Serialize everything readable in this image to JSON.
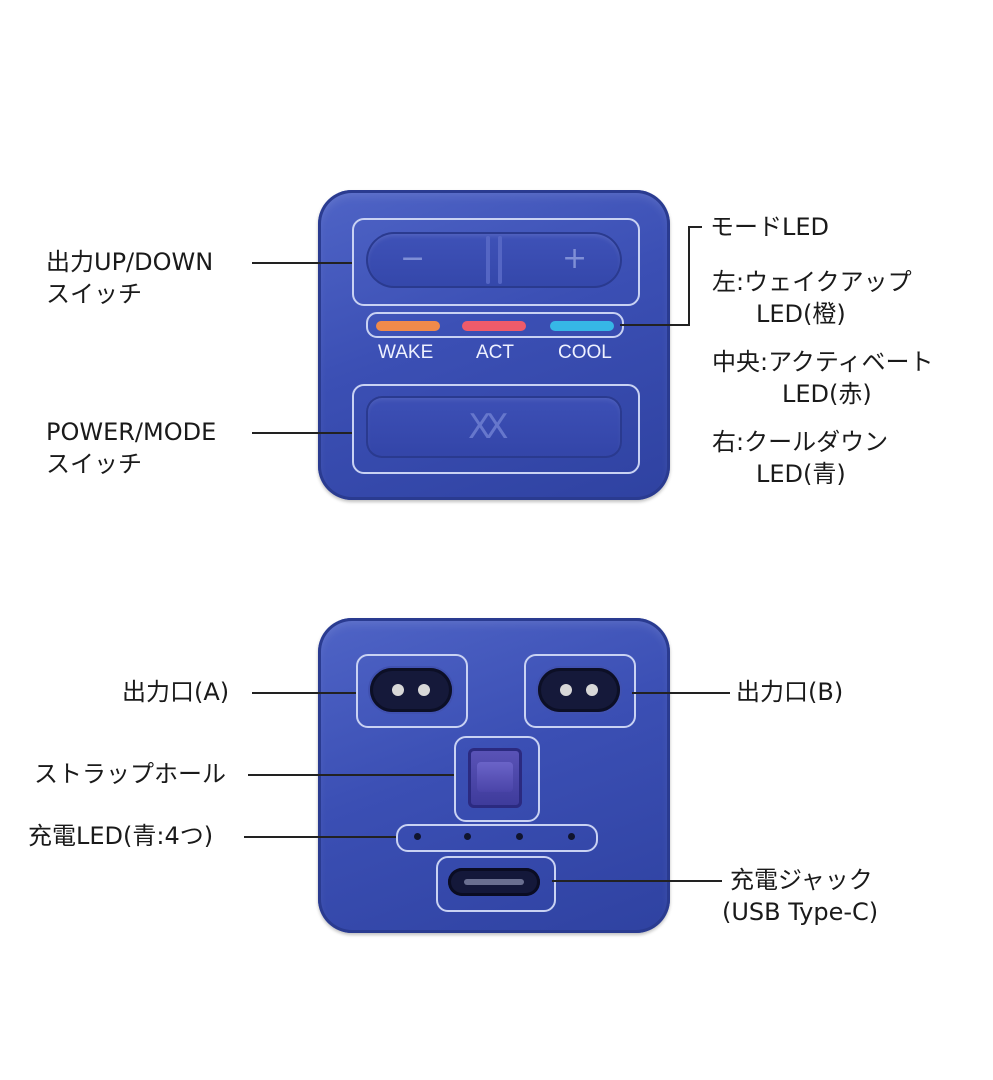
{
  "top": {
    "left_labels": [
      {
        "lines": [
          "出力UP/DOWN",
          "スイッチ"
        ]
      },
      {
        "lines": [
          "POWER/MODE",
          "スイッチ"
        ]
      }
    ],
    "buttons": {
      "minus": "−",
      "plus": "+"
    },
    "leds": [
      {
        "label": "WAKE",
        "color": "#f08a4b"
      },
      {
        "label": "ACT",
        "color": "#ef5b6a"
      },
      {
        "label": "COOL",
        "color": "#36b7e6"
      }
    ],
    "logo": "XX",
    "right_labels": {
      "mode_led": "モードLED",
      "left": [
        "左:ウェイクアップ",
        "LED(橙)"
      ],
      "center": [
        "中央:アクティベート",
        "LED(赤)"
      ],
      "right": [
        "右:クールダウン",
        "LED(青)"
      ]
    }
  },
  "bottom": {
    "labels": {
      "output_a": "出力口(A)",
      "output_b": "出力口(B)",
      "strap_hole": "ストラップホール",
      "charge_led": "充電LED(青:4つ)",
      "charge_jack": [
        "充電ジャック",
        "(USB Type-C)"
      ]
    }
  },
  "colors": {
    "device_blue": "#3b4fb4",
    "frame_outline": "#c9d2f3"
  }
}
